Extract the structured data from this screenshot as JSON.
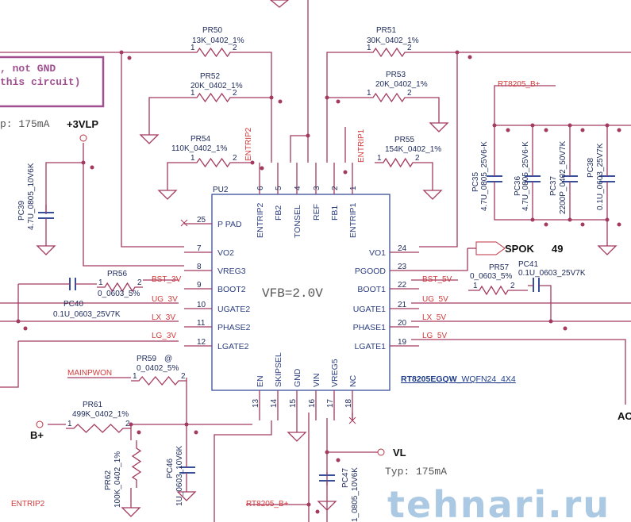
{
  "notes": {
    "box_line1": ", not GND",
    "box_line2": "this circuit)",
    "typ_left": "p: 175mA",
    "typ_vl": "Typ: 175mA"
  },
  "power": {
    "vlp": "+3VLP",
    "bplus": "B+",
    "vl": "VL",
    "spok": "SPOK",
    "spok_page": "49",
    "ao": "AO"
  },
  "pin": {
    "one": "1",
    "two": "2"
  },
  "ic": {
    "ref": "PU2",
    "center_text": "VFB=2.0V",
    "part": "RT8205EGQW",
    "package": "_WQFN24_4X4",
    "top_pins": [
      {
        "num": "6",
        "name": "ENTRIP2"
      },
      {
        "num": "5",
        "name": "FB2"
      },
      {
        "num": "4",
        "name": "TONSEL"
      },
      {
        "num": "3",
        "name": "REF"
      },
      {
        "num": "2",
        "name": "FB1"
      },
      {
        "num": "1",
        "name": "ENTRIP1"
      }
    ],
    "left_pins": [
      {
        "num": "25",
        "name": "P PAD"
      },
      {
        "num": "7",
        "name": "VO2"
      },
      {
        "num": "8",
        "name": "VREG3"
      },
      {
        "num": "9",
        "name": "BOOT2"
      },
      {
        "num": "10",
        "name": "UGATE2"
      },
      {
        "num": "11",
        "name": "PHASE2"
      },
      {
        "num": "12",
        "name": "LGATE2"
      }
    ],
    "right_pins": [
      {
        "num": "24",
        "name": "VO1"
      },
      {
        "num": "23",
        "name": "PGOOD"
      },
      {
        "num": "22",
        "name": "BOOT1"
      },
      {
        "num": "21",
        "name": "UGATE1"
      },
      {
        "num": "20",
        "name": "PHASE1"
      },
      {
        "num": "19",
        "name": "LGATE1"
      }
    ],
    "bottom_pins": [
      {
        "num": "13",
        "name": "EN"
      },
      {
        "num": "14",
        "name": "SKIPSEL"
      },
      {
        "num": "15",
        "name": "GND"
      },
      {
        "num": "16",
        "name": "VIN"
      },
      {
        "num": "17",
        "name": "VREG5"
      },
      {
        "num": "18",
        "name": "NC"
      }
    ]
  },
  "resistors": {
    "pr50": {
      "ref": "PR50",
      "value": "13K_0402_1%"
    },
    "pr52": {
      "ref": "PR52",
      "value": "20K_0402_1%"
    },
    "pr54": {
      "ref": "PR54",
      "value": "110K_0402_1%"
    },
    "pr51": {
      "ref": "PR51",
      "value": "30K_0402_1%"
    },
    "pr53": {
      "ref": "PR53",
      "value": "20K_0402_1%"
    },
    "pr55": {
      "ref": "PR55",
      "value": "154K_0402_1%"
    },
    "pr56": {
      "ref": "PR56",
      "value": "0_0603_5%"
    },
    "pr57": {
      "ref": "PR57",
      "value": "0_0603_5%"
    },
    "pr59": {
      "ref": "PR59",
      "value": "0_0402_5%",
      "mark": "@"
    },
    "pr61": {
      "ref": "PR61",
      "value": "499K_0402_1%"
    },
    "pr62": {
      "ref": "PR62",
      "value": "100K_0402_1%"
    }
  },
  "capacitors": {
    "pc35": {
      "ref": "PC35",
      "value": "4.7U_0805_25V6-K"
    },
    "pc36": {
      "ref": "PC36",
      "value": "4.7U_0805_25V6-K"
    },
    "pc37": {
      "ref": "PC37",
      "value": "2200P_0402_50V7K"
    },
    "pc38": {
      "ref": "PC38",
      "value": "0.1U_0603_25V7K"
    },
    "pc39": {
      "ref": "PC39",
      "value": "4.7U_0805_10V6K"
    },
    "pc40": {
      "ref": "PC40",
      "value": "0.1U_0603_25V7K"
    },
    "pc41": {
      "ref": "PC41",
      "value": "0.1U_0603_25V7K"
    },
    "pc46": {
      "ref": "PC46",
      "value": "1U_0603_10V6K"
    },
    "pc47": {
      "ref": "PC47",
      "value": "1_0805_10V6K"
    }
  },
  "nets": {
    "entrip2": "ENTRIP2",
    "entrip1": "ENTRIP1",
    "rt8205_bplus": "RT8205_B+",
    "bst_3v": "BST_3V",
    "ug_3v": "UG_3V",
    "lx_3v": "LX_3V",
    "lg_3v": "LG_3V",
    "bst_5v": "BST_5V",
    "ug_5v": "UG_5V",
    "lx_5v": "LX_5V",
    "lg_5v": "LG_5V",
    "mainpwon": "MAINPWON"
  },
  "watermark": "tehnari.ru",
  "colors": {
    "wire": "#a33a60",
    "net_label": "#d23a3a",
    "ic_outline": "#3a4f9a",
    "text": "#1d2a5a"
  }
}
